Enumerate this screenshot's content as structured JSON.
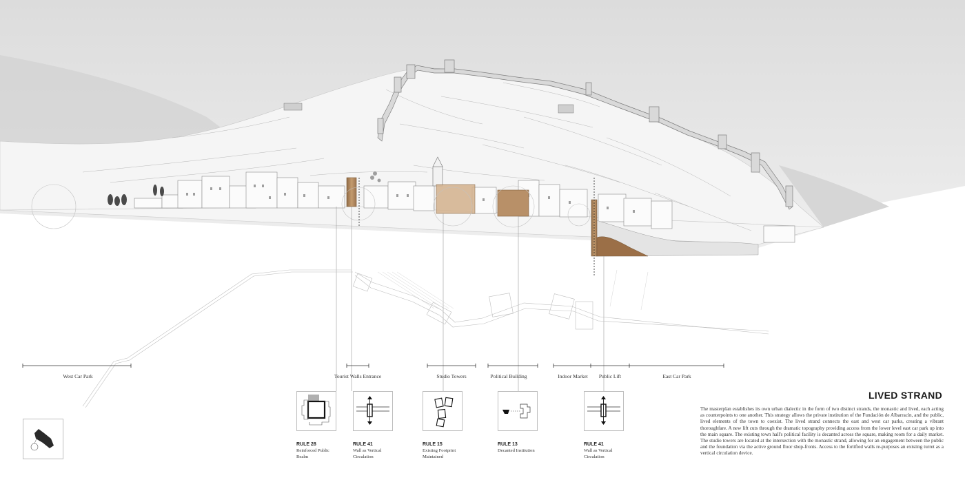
{
  "title": "LIVED STRAND",
  "body": "The masterplan establishes its own urban dialectic in the form of two distinct strands, the monastic and lived, each acting as counterpoints to one another. This strategy allows the private institution of the Fundación de Albarracín, and the public, lived elements of the town to coexist. The lived strand connects the east and west car parks, creating a vibrant thoroughfare. A new lift cuts through the dramatic topography providing access from the lower level east car park up into the main square. The existing town hall's political facility is decanted across the square, making room for a daily market. The studio towers are located at the intersection with the monastic strand, allowing for an engagement between the public and the foundation via the active ground floor shop-fronts. Access to the fortified walls re-purposes an existing turret as a vertical circulation device.",
  "segments": [
    {
      "label": "West Car Park"
    },
    {
      "label": "Tourist Walls Entrance"
    },
    {
      "label": "Studio Towers"
    },
    {
      "label": "Political Building"
    },
    {
      "label": "Indoor Market"
    },
    {
      "label": "Public Lift"
    },
    {
      "label": "East Car Park"
    }
  ],
  "rules": [
    {
      "number": "RULE 28",
      "description": "Reinforced Public Realm",
      "icon": "reinforced-realm-icon"
    },
    {
      "number": "RULE 41",
      "description": "Wall as Vertical Circulation",
      "icon": "vertical-circulation-icon"
    },
    {
      "number": "RULE 15",
      "description": "Existing Footprint Maintained",
      "icon": "footprint-icon"
    },
    {
      "number": "RULE 13",
      "description": "Decanted Institution",
      "icon": "decanted-institution-icon"
    },
    {
      "number": "RULE 41",
      "description": "Wall as Vertical Circulation",
      "icon": "vertical-circulation-icon"
    }
  ],
  "colors": {
    "sky": "#e6e6e6",
    "hill": "#f4f4f4",
    "timber": "#b4895f",
    "line": "#9a9a9a",
    "text": "#333333"
  }
}
